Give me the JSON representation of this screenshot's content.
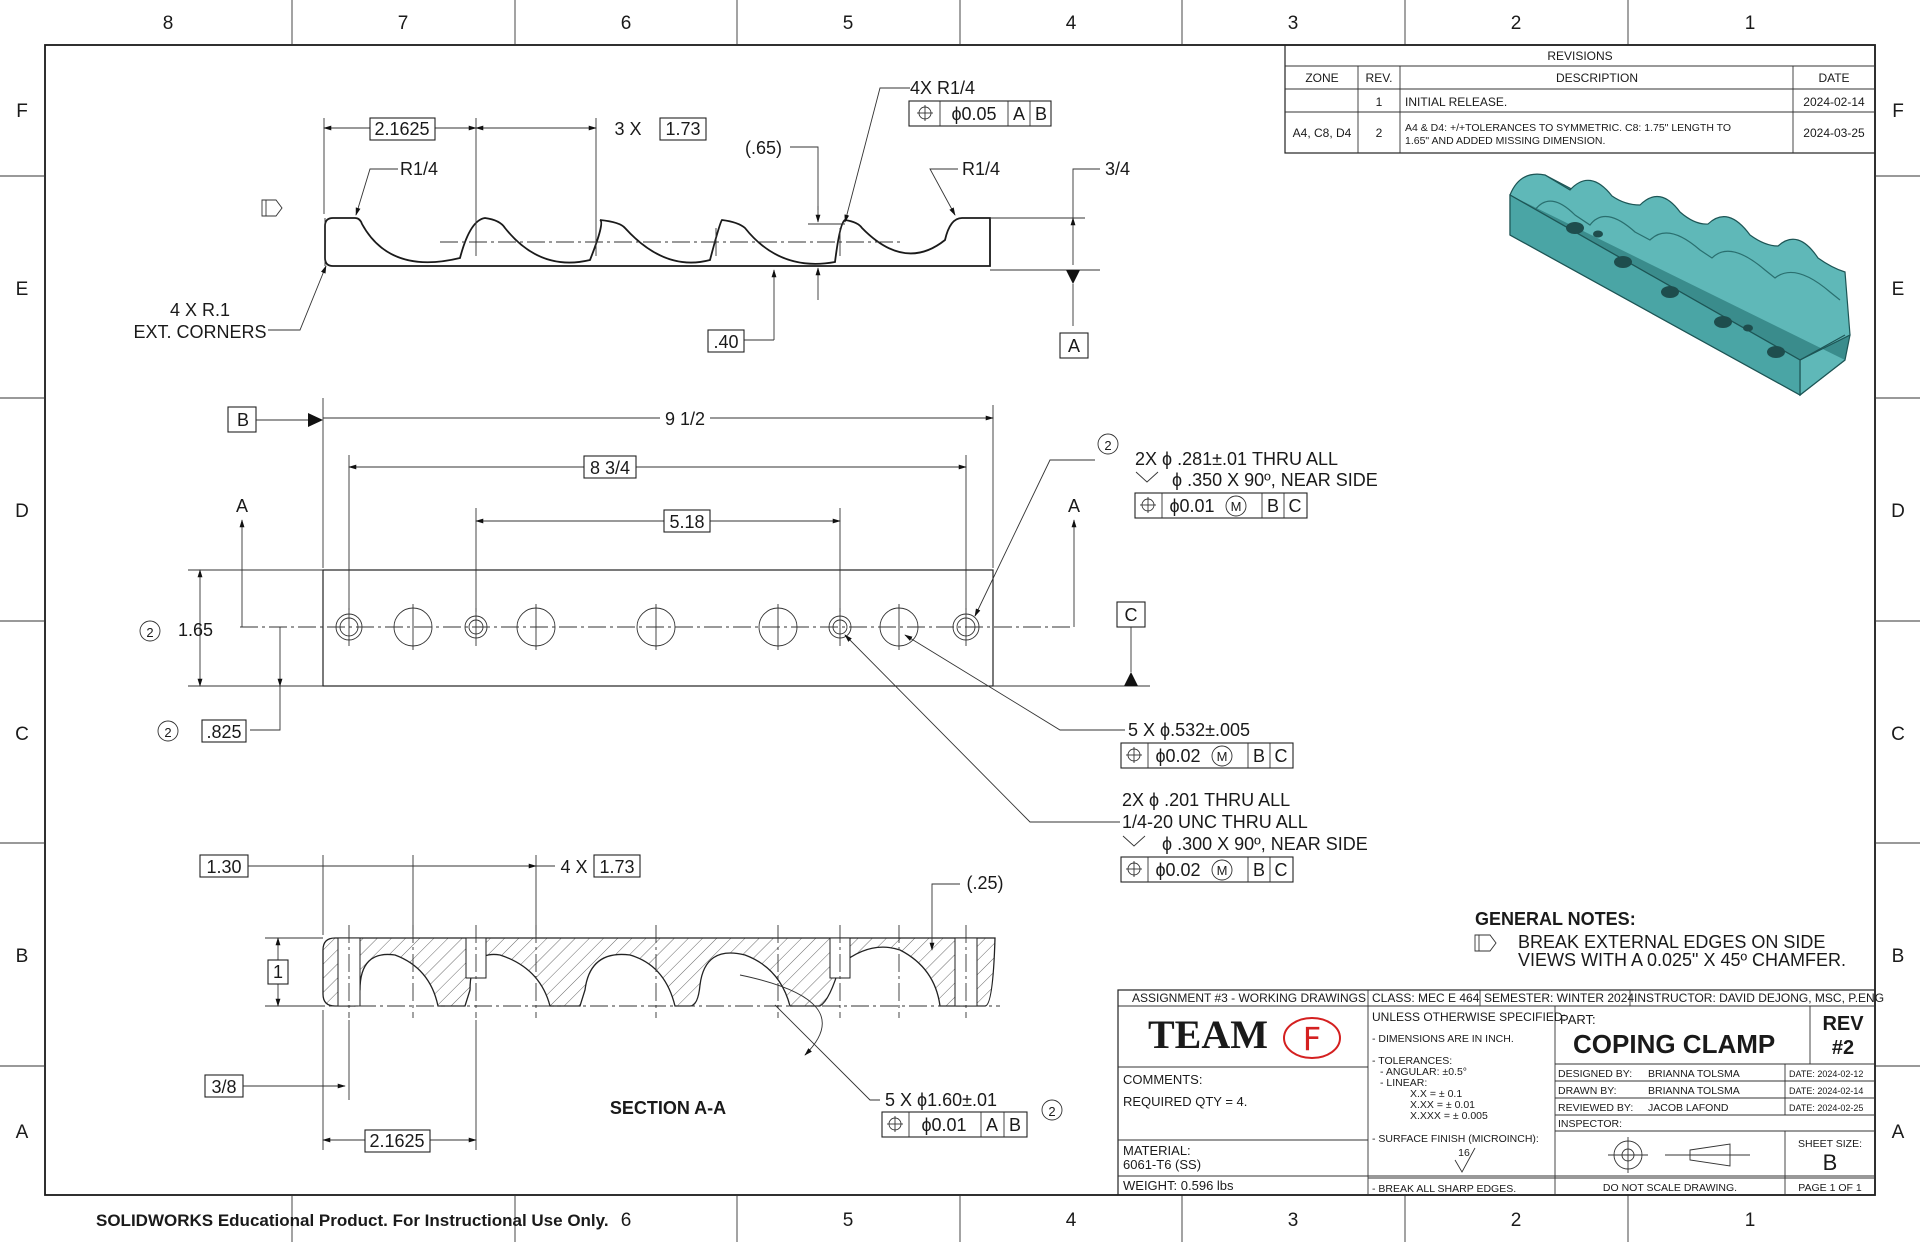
{
  "zones": {
    "columns": [
      "8",
      "7",
      "6",
      "5",
      "4",
      "3",
      "2",
      "1"
    ],
    "rows": [
      "F",
      "E",
      "D",
      "C",
      "B",
      "A"
    ]
  },
  "revisions": {
    "title": "REVISIONS",
    "headers": [
      "ZONE",
      "REV.",
      "DESCRIPTION",
      "DATE"
    ],
    "rows": [
      {
        "zone": "",
        "rev": "1",
        "description_1": "INITIAL RELEASE.",
        "description_2": "",
        "date": "2024-02-14"
      },
      {
        "zone": "A4, C8, D4",
        "rev": "2",
        "description_1": "A4 & D4: +/+TOLERANCES TO SYMMETRIC. C8: 1.75\" LENGTH TO",
        "description_2": "1.65\" AND ADDED MISSING DIMENSION.",
        "date": "2024-03-25"
      }
    ]
  },
  "top_view": {
    "dim_2_1625": "2.1625",
    "dim_3x": "3 X",
    "dim_1_73": "1.73",
    "dim_065": "(.65)",
    "radius_4x": "4X R1/4",
    "fcf_pos_005": {
      "symbol": "⌖",
      "tol": "ϕ0.05",
      "d1": "A",
      "d2": "B"
    },
    "r14_left": "R1/4",
    "r14_right": "R1/4",
    "dim_3_4": "3/4",
    "corners_1": "4 X R.1",
    "corners_2": "EXT. CORNERS",
    "dim_040": ".40",
    "datum_a": "A"
  },
  "front_view": {
    "datum_b": "B",
    "datum_c": "C",
    "dim_9_1_2": "9 1/2",
    "dim_8_3_4": "8 3/4",
    "dim_5_18": "5.18",
    "section_a_left": "A",
    "section_a_right": "A",
    "rev_marker": "2",
    "dim_1_65": "1.65",
    "dim_0825": ".825",
    "hole_281_line1": "2X ϕ .281±.01 THRU ALL",
    "hole_281_line2": "ϕ .350 X 90º, NEAR SIDE",
    "fcf_281": {
      "tol": "ϕ0.01",
      "mod": "M",
      "d1": "B",
      "d2": "C"
    },
    "hole_532": "5 X ϕ.532±.005",
    "fcf_532": {
      "tol": "ϕ0.02",
      "mod": "M",
      "d1": "B",
      "d2": "C"
    },
    "hole_201_line1": "2X ϕ .201 THRU ALL",
    "hole_201_line2": "1/4-20 UNC  THRU ALL",
    "hole_201_line3": "ϕ .300 X 90º, NEAR SIDE",
    "fcf_201": {
      "tol": "ϕ0.02",
      "mod": "M",
      "d1": "B",
      "d2": "C"
    }
  },
  "section_view": {
    "dim_1_30": "1.30",
    "dim_4x": "4 X",
    "dim_1_73": "1.73",
    "dim_025": "(.25)",
    "dim_1": "1",
    "dim_3_8": "3/8",
    "dim_2_1625": "2.1625",
    "label": "SECTION A-A",
    "bore": "5 X ϕ1.60±.01",
    "fcf_bore": {
      "tol": "ϕ0.01",
      "d1": "A",
      "d2": "B"
    }
  },
  "general_notes": {
    "title": "GENERAL NOTES:",
    "line1": "BREAK EXTERNAL EDGES ON SIDE",
    "line2": "VIEWS WITH A 0.025\" X 45º CHAMFER."
  },
  "title_block": {
    "assignment": "ASSIGNMENT #3 - WORKING DRAWINGS",
    "class": "CLASS: MEC E 464",
    "semester": "SEMESTER: WINTER 2024",
    "instructor": "INSTRUCTOR: DAVID DEJONG, MSC, P.ENG",
    "team": "TEAM",
    "team_letter": "F",
    "comments_label": "COMMENTS:",
    "comments": "REQUIRED QTY = 4.",
    "material_label": "MATERIAL:",
    "material": "6061-T6 (SS)",
    "weight": "WEIGHT: 0.596 lbs",
    "unless": "UNLESS OTHERWISE SPECIFIED:",
    "dims_inch": "- DIMENSIONS ARE IN INCH.",
    "tolerances": "- TOLERANCES:",
    "angular": "- ANGULAR:  ±0.5°",
    "linear": "- LINEAR:",
    "tol_x": "X.X        = ± 0.1",
    "tol_xx": "X.XX      = ± 0.01",
    "tol_xxx": "X.XXX    = ± 0.005",
    "surface": "- SURFACE FINISH (MICROINCH):",
    "surface_val": "16",
    "break_edges": "- BREAK ALL SHARP EDGES.",
    "part_label": "PART:",
    "part_name": "COPING CLAMP",
    "rev_label": "REV",
    "rev_value": "#2",
    "designed_by_label": "DESIGNED BY:",
    "designed_by": "BRIANNA TOLSMA",
    "designed_date": "DATE: 2024-02-12",
    "drawn_by_label": "DRAWN BY:",
    "drawn_by": "BRIANNA TOLSMA",
    "drawn_date": "DATE: 2024-02-14",
    "reviewed_by_label": "REVIEWED BY:",
    "reviewed_by": "JACOB LAFOND",
    "reviewed_date": "DATE: 2024-02-25",
    "inspector_label": "INSPECTOR:",
    "no_scale": "DO NOT SCALE DRAWING.",
    "sheet_size_label": "SHEET SIZE:",
    "sheet_size": "B",
    "page": "PAGE 1 OF 1"
  },
  "watermark": "SOLIDWORKS Educational Product. For Instructional Use Only.",
  "colors": {
    "model": "#5fb8b8",
    "model_dark": "#3a8c8c",
    "red_mark": "#d42020"
  }
}
